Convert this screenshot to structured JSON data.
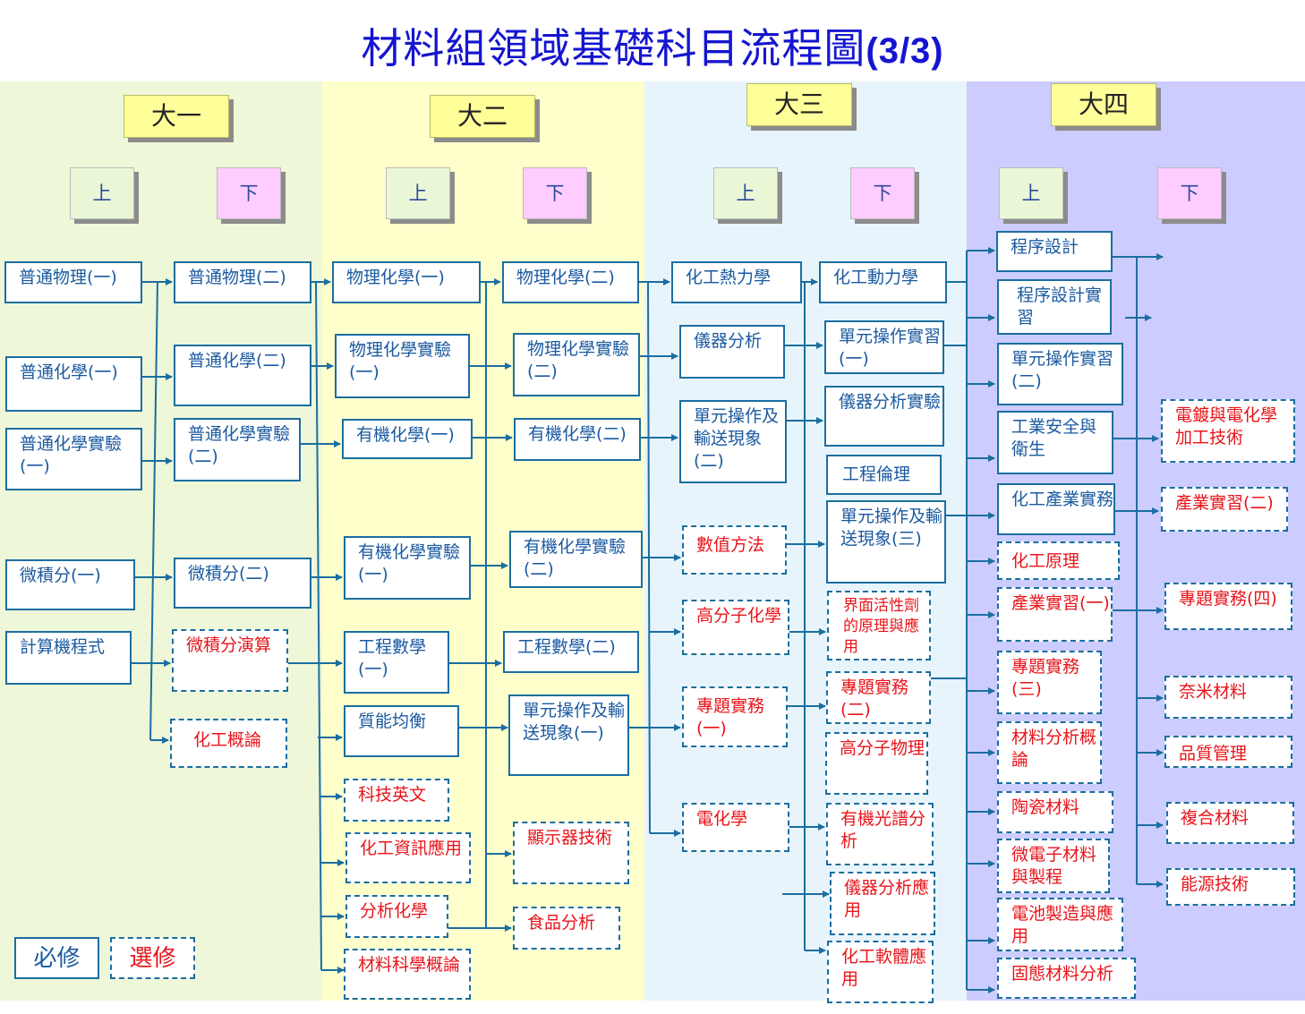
{
  "title": {
    "main": "材料組領域基礎科目流程圖",
    "part": "(3/3)"
  },
  "colors": {
    "year1_bg": "#eef7d8",
    "year2_bg": "#ffffcc",
    "year3_bg": "#e8f4fb",
    "year4_bg": "#ccccff",
    "required_text": "#1b5aa0",
    "elective_text": "#e8141a",
    "line": "#1b6ea0"
  },
  "years": [
    "大一",
    "大二",
    "大三",
    "大四"
  ],
  "semesters": {
    "up": "上",
    "down": "下"
  },
  "courses": {
    "y1up_phys1": "普通物理(一)",
    "y1up_chem1": "普通化學(一)",
    "y1up_chemlab1": "普通化學實驗(一)",
    "y1up_calc1": "微積分(一)",
    "y1up_prog": "計算機程式",
    "y1dn_phys2": "普通物理(二)",
    "y1dn_chem2": "普通化學(二)",
    "y1dn_chemlab2": "普通化學實驗(二)",
    "y1dn_calc2": "微積分(二)",
    "y1dn_calcdemo": "微積分演算",
    "y1dn_cheintro": "化工概論",
    "y2up_pchem1": "物理化學(一)",
    "y2up_pchemlab1": "物理化學實驗(一)",
    "y2up_ochem1": "有機化學(一)",
    "y2up_ochemlab1": "有機化學實驗(一)",
    "y2up_engmath1": "工程數學(一)",
    "y2up_massbal": "質能均衡",
    "y2up_english": "科技英文",
    "y2up_cheinfo": "化工資訊應用",
    "y2up_anachem": "分析化學",
    "y2up_matsci": "材料科學概論",
    "y2dn_pchem2": "物理化學(二)",
    "y2dn_pchemlab2": "物理化學實驗(二)",
    "y2dn_ochem2": "有機化學(二)",
    "y2dn_ochemlab2": "有機化學實驗(二)",
    "y2dn_engmath2": "工程數學(二)",
    "y2dn_unitop1": "單元操作及輸送現象(一)",
    "y2dn_display": "顯示器技術",
    "y2dn_food": "食品分析",
    "y3up_thermo": "化工熱力學",
    "y3up_instr": "儀器分析",
    "y3up_unitop2": "單元操作及輸送現象(二)",
    "y3up_numer": "數值方法",
    "y3up_polychem": "高分子化學",
    "y3up_project1": "專題實務(一)",
    "y3up_electro": "電化學",
    "y3dn_kinetics": "化工動力學",
    "y3dn_uolab1": "單元操作實習(一)",
    "y3dn_instrlab": "儀器分析實驗",
    "y3dn_ethics": "工程倫理",
    "y3dn_unitop3": "單元操作及輸送現象(三)",
    "y3dn_surfact": "界面活性劑的原理與應用",
    "y3dn_project2": "專題實務(二)",
    "y3dn_polyphys": "高分子物理",
    "y3dn_spectro": "有機光譜分析",
    "y3dn_instrapp": "儀器分析應用",
    "y3dn_software": "化工軟體應用",
    "y4up_progdesign": "程序設計",
    "y4up_proglab": "程序設計實習",
    "y4up_uolab2": "單元操作實習(二)",
    "y4up_safety": "工業安全與衛生",
    "y4up_industry": "化工產業實務",
    "y4up_principle": "化工原理",
    "y4up_intern1": "產業實習(一)",
    "y4up_project3": "專題實務(三)",
    "y4up_matana": "材料分析概論",
    "y4up_ceramic": "陶瓷材料",
    "y4up_microelec": "微電子材料與製程",
    "y4up_battery": "電池製造與應用",
    "y4up_solidstate": "固態材料分析",
    "y4dn_plating": "電鍍與電化學加工技術",
    "y4dn_intern2": "產業實習(二)",
    "y4dn_project4": "專題實務(四)",
    "y4dn_nano": "奈米材料",
    "y4dn_quality": "品質管理",
    "y4dn_composite": "複合材料",
    "y4dn_energy": "能源技術"
  },
  "legend": {
    "required": "必修",
    "elective": "選修"
  }
}
